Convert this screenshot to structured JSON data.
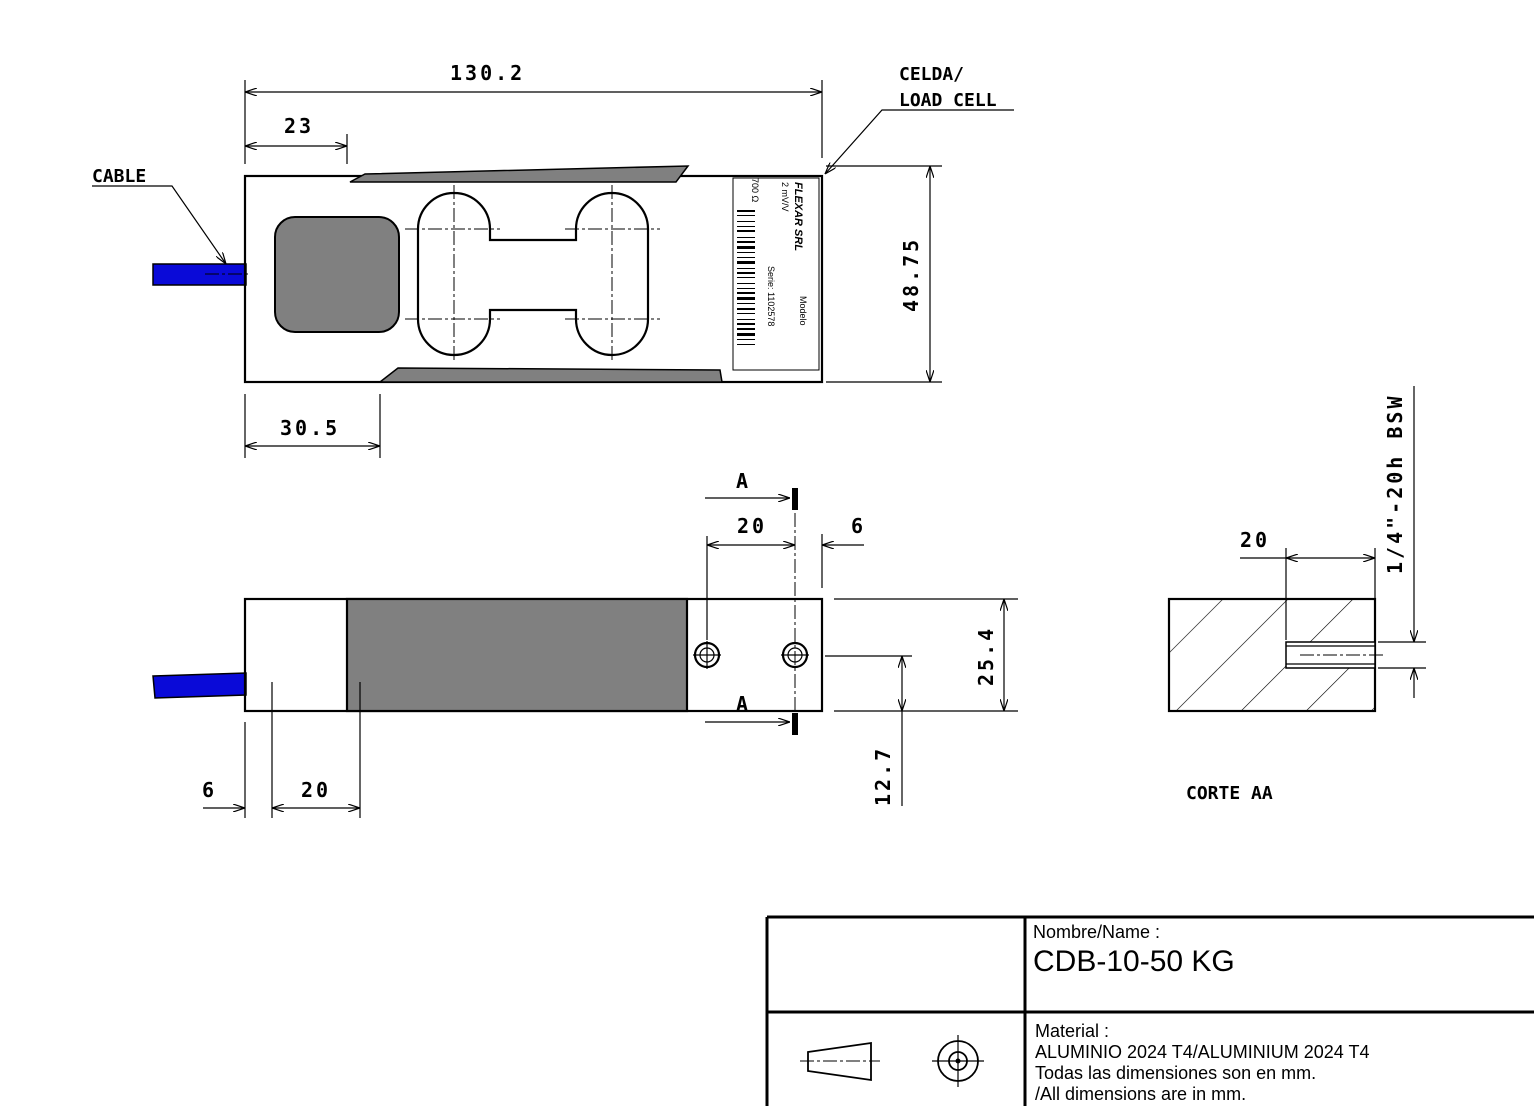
{
  "top_view": {
    "overall_length": "130.2",
    "cable_offset": "23",
    "pocket_offset": "30.5",
    "width": "48.75",
    "cable_callout": "CABLE",
    "cell_callout_line1": "CELDA/",
    "cell_callout_line2": "LOAD CELL",
    "label": {
      "brand": "FLEXAR SRL",
      "modelo": "Modelo",
      "sensitivity": "2 mV/V",
      "serie": "Serie: 1102578",
      "impedance": "700 Ω"
    }
  },
  "side_view": {
    "section_mark": "A",
    "hole_spacing": "20",
    "hole_edge": "6",
    "height": "25.4",
    "hole_height": "12.7",
    "cable_offset": "6",
    "gauge_offset": "20"
  },
  "section_view": {
    "thread_depth": "20",
    "thread_spec": "1/4\"-20h BSW",
    "title": "CORTE AA"
  },
  "title_block": {
    "name_label": "Nombre/Name :",
    "name_value": "CDB-10-50 KG",
    "material_label": "Material :",
    "material_value": "ALUMINIO 2024 T4/ALUMINIUM 2024 T4",
    "note_es": "Todas las dimensiones son en mm.",
    "note_en": "/All dimensions are in mm."
  },
  "colors": {
    "cable": "#0a0ad8",
    "gray_fill": "#808080",
    "line": "#000000"
  }
}
